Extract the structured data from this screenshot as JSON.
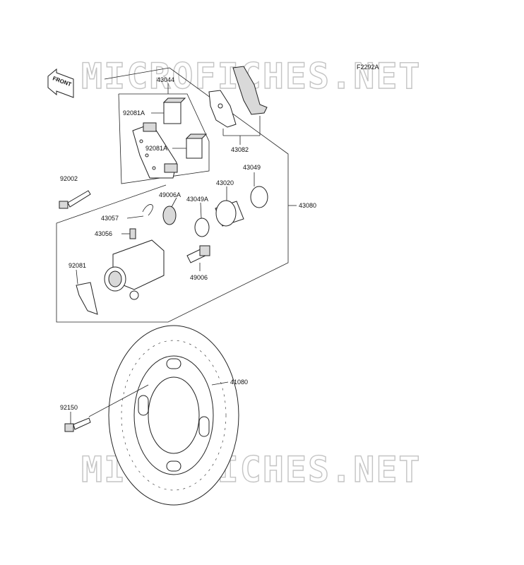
{
  "figure_code": "F2292A",
  "watermark": "MICROFICHES.NET",
  "front_tag": "FRONT",
  "labels": {
    "p43044": "43044",
    "p92081A_top": "92081A",
    "p92081A_mid": "92081A",
    "p43082": "43082",
    "p92002": "92002",
    "p49006A": "49006A",
    "p43020": "43020",
    "p43049": "43049",
    "p43049A": "43049A",
    "p43080": "43080",
    "p43057": "43057",
    "p43056": "43056",
    "p92081": "92081",
    "p49006": "49006",
    "p41080": "41080",
    "p92150": "92150"
  }
}
